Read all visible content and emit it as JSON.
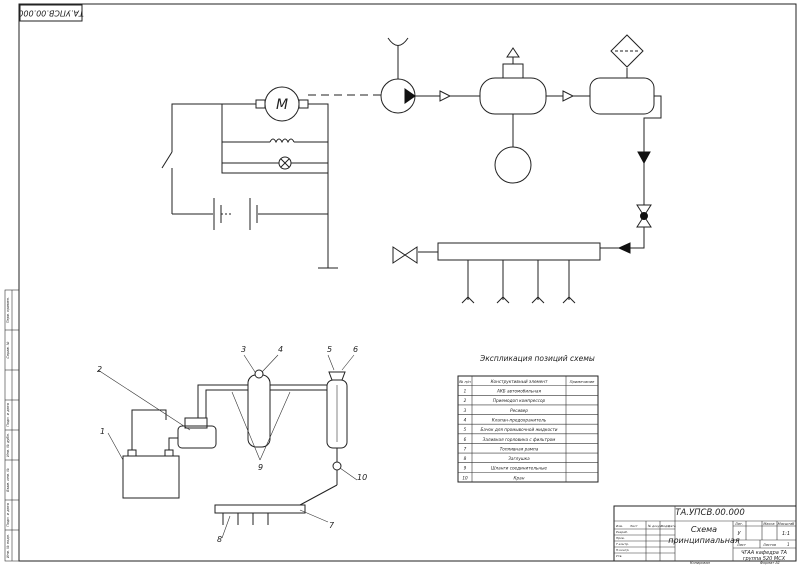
{
  "sheet": {
    "code_rotated": "ТА.УПСВ.00.000",
    "left_strip": [
      "Перв. примен.",
      "Справ. №",
      "Подп. и дата",
      "Инв. № дубл.",
      "Взам. инв. №",
      "Подп. и дата",
      "Инв. № подл."
    ]
  },
  "electrical": {
    "motor_label": "M"
  },
  "callouts": [
    "1",
    "2",
    "3",
    "4",
    "5",
    "6",
    "7",
    "8",
    "9",
    "10"
  ],
  "legend": {
    "title": "Экспликация позиций схемы",
    "headers": [
      "№ п/п",
      "Конструктивный элемент",
      "Примечание"
    ],
    "rows": [
      [
        "1",
        "АКБ автомобильная",
        ""
      ],
      [
        "2",
        "Приемодоп компрессор",
        ""
      ],
      [
        "3",
        "Ресивер",
        ""
      ],
      [
        "4",
        "Клапан-предохранитель",
        ""
      ],
      [
        "5",
        "Бачок для промывочной жидкости",
        ""
      ],
      [
        "6",
        "Заливная горловина с фильтром",
        ""
      ],
      [
        "7",
        "Топливная рампа",
        ""
      ],
      [
        "8",
        "Заглушка",
        ""
      ],
      [
        "9",
        "Шланги соединительные",
        ""
      ],
      [
        "10",
        "Кран",
        ""
      ]
    ]
  },
  "title_block": {
    "code": "ТА.УПСВ.00.000",
    "title_line1": "Схема",
    "title_line2": "принципиальная",
    "col_labels": [
      "Лит.",
      "Масса",
      "Масштаб"
    ],
    "lit": "У",
    "scale": "1:1",
    "sheet_label": "Лист",
    "sheets_label": "Листов",
    "sheets_value": "1",
    "org_line1": "ЧГАА кафедра ТА",
    "org_line2": "группа 520 МСХ",
    "footer_left": "Копировал",
    "footer_right": "Формат A1",
    "small_labels": [
      "Изм.",
      "Лист",
      "№ докум.",
      "Подп.",
      "Дата",
      "Разраб.",
      "Пров.",
      "Т.контр.",
      "Н.контр.",
      "Утв."
    ]
  }
}
